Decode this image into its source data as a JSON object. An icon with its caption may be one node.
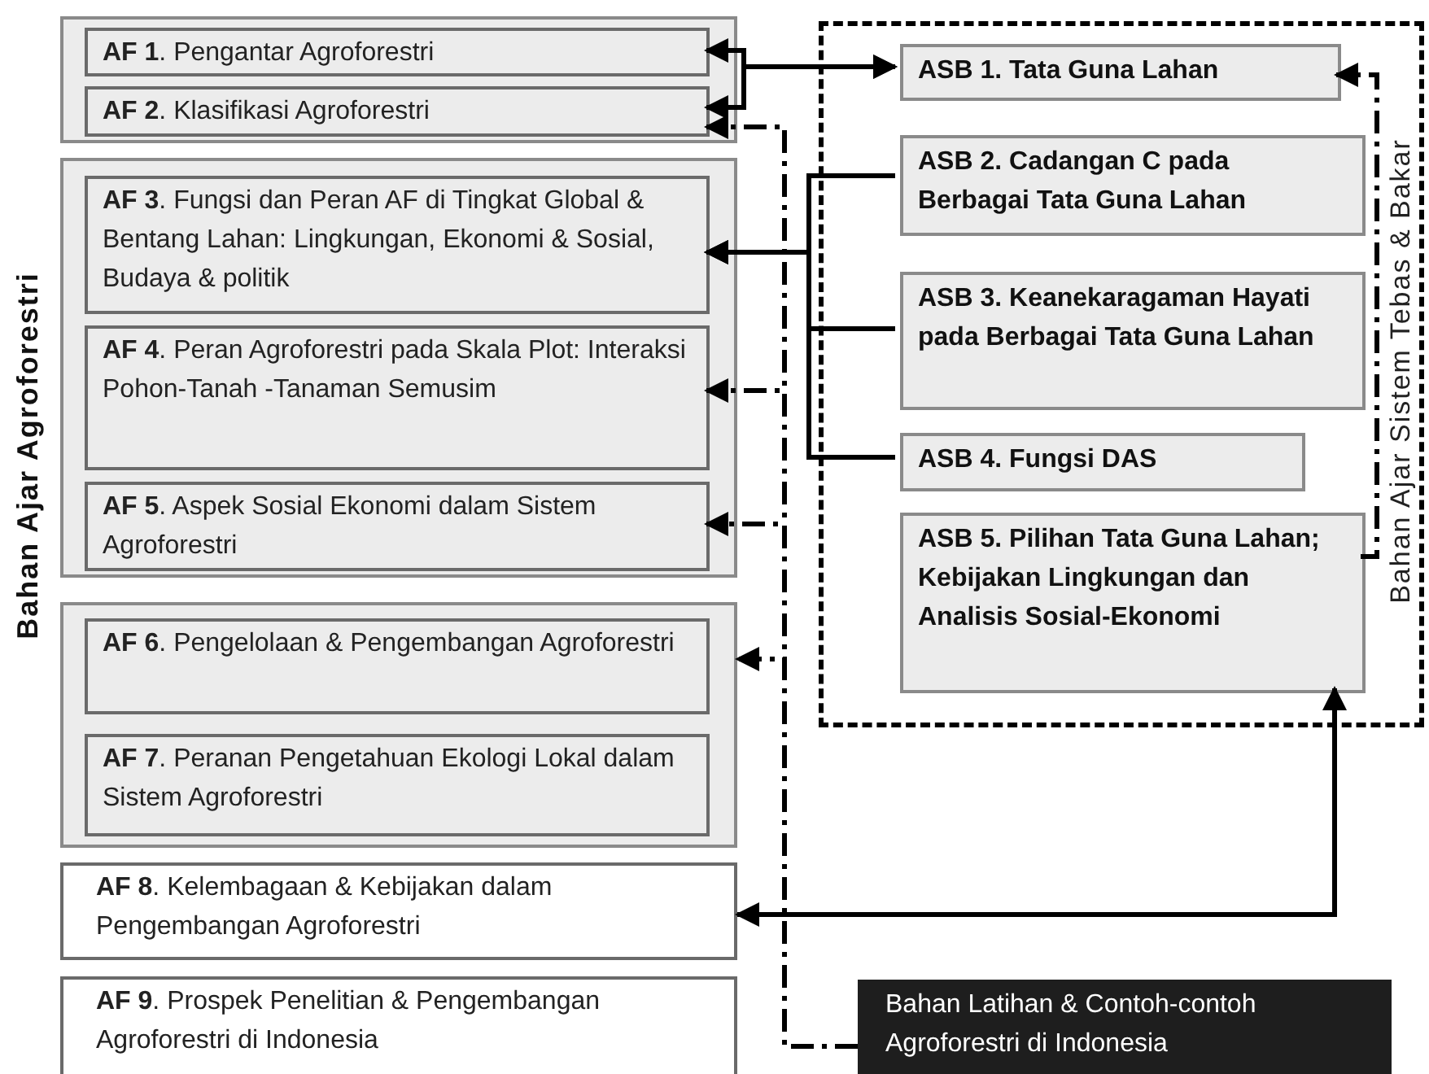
{
  "diagram": {
    "nodes": [
      {
        "text": [],
        "shape": "box"
      },
      {
        "text": [
          "**AF 1**. Pengantar Agroforestri"
        ],
        "in": 0
      },
      {
        "text": [
          "**AF 2**. Klasifikasi Agroforestri"
        ],
        "in": 0
      },
      {
        "text": [],
        "shape": "box"
      },
      {
        "text": [
          "**AF 3**. Fungsi dan Peran AF di Tingkat Global & Bentang Lahan: Lingkungan, Ekonomi & Sosial, Budaya & politik"
        ],
        "in": 3
      },
      {
        "text": [
          "**AF 4**. Peran Agroforestri pada Skala Plot: Interaksi Pohon-Tanah -Tanaman Semusim"
        ],
        "in": 3
      },
      {
        "text": [
          "**AF 5**. Aspek Sosial Ekonomi dalam Sistem Agroforestri"
        ],
        "in": 3
      },
      {
        "text": [],
        "shape": "box"
      },
      {
        "text": [
          "**AF 6**. Pengelolaan & Pengembangan Agroforestri"
        ],
        "in": 7
      },
      {
        "text": [
          "**AF 7**. Peranan Pengetahuan Ekologi Lokal dalam Sistem Agroforestri"
        ],
        "in": 7
      },
      {
        "text": [
          "**AF 8**. Kelembagaan & Kebijakan dalam Pengembangan Agroforestri"
        ]
      },
      {
        "text": [
          "**AF 9**. Prospek Penelitian & Pengembangan Agroforestri di Indonesia"
        ]
      },
      {
        "text": [
          "Bahan Ajar Sistem Tebas & Bakar"
        ]
      },
      {
        "text": [
          "ASB 1. Tata Guna Lahan"
        ],
        "in": 12
      },
      {
        "text": [
          "ASB 2. Cadangan C pada Berbagai Tata Guna Lahan"
        ],
        "in": 12
      },
      {
        "text": [
          "ASB 3. Keanekaragaman Hayati pada Berbagai Tata Guna Lahan"
        ],
        "in": 12
      },
      {
        "text": [
          "ASB 4. Fungsi DAS"
        ],
        "in": 12
      },
      {
        "text": [
          "ASB 5. Pilihan Tata Guna Lahan; Kebijakan Lingkungan dan Analisis Sosial-Ekonomi"
        ],
        "in": 12
      },
      {
        "text": [
          "Bahan Latihan & Contoh-contoh Agroforestri di Indonesia"
        ]
      }
    ],
    "edges": [
      {
        "from": 1,
        "to": 13,
        "arrow": "both"
      },
      {
        "from": 2,
        "to": 13,
        "arrow": "both"
      },
      {
        "from": 14,
        "to": 4,
        "arrow": "to"
      },
      {
        "from": 15,
        "to": 4,
        "arrow": "to"
      },
      {
        "from": 16,
        "to": 4,
        "arrow": "to"
      },
      {
        "from": 17,
        "to": 13,
        "arrow": "to",
        "style": "dashed"
      },
      {
        "from": 18,
        "to": 2,
        "arrow": "to",
        "style": "dashed"
      },
      {
        "from": 18,
        "to": 5,
        "arrow": "to",
        "style": "dashed"
      },
      {
        "from": 18,
        "to": 6,
        "arrow": "to",
        "style": "dashed"
      },
      {
        "from": 18,
        "to": 7,
        "arrow": "to",
        "style": "dashed"
      },
      {
        "from": 17,
        "to": 10,
        "arrow": "both"
      }
    ],
    "labels": [
      "Bahan Ajar Agroforestri"
    ]
  }
}
